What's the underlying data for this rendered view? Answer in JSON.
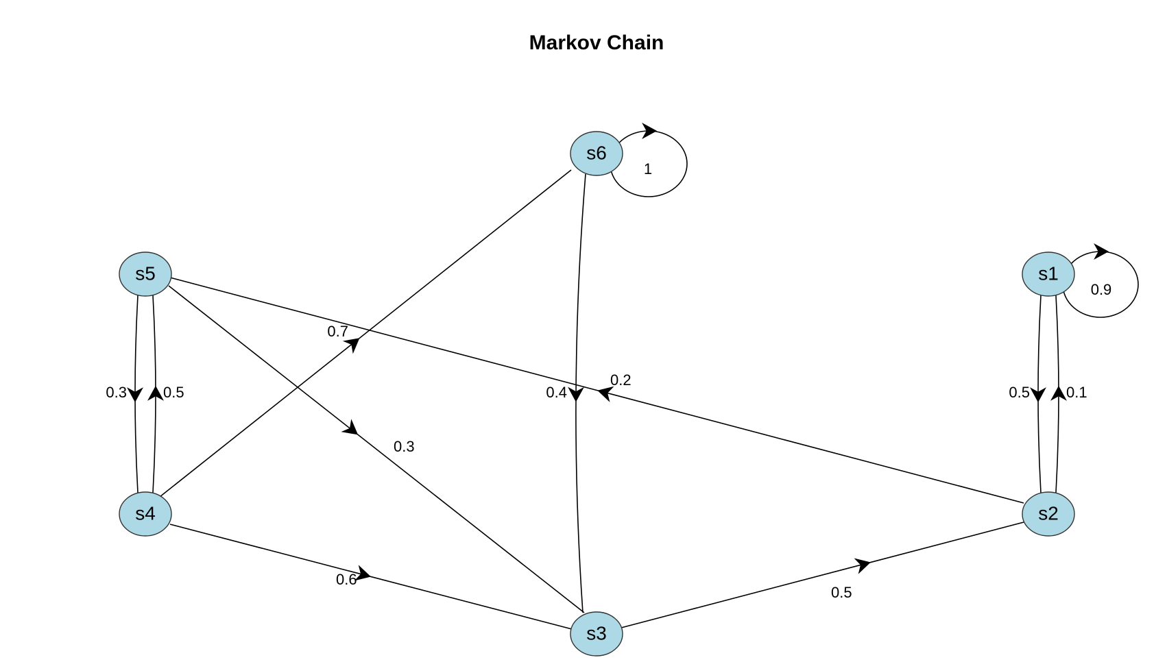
{
  "title": "Markov Chain",
  "colors": {
    "node_fill": "#add8e6",
    "edge": "#000000",
    "background": "#ffffff"
  },
  "nodes": [
    {
      "id": "s1",
      "label": "s1"
    },
    {
      "id": "s2",
      "label": "s2"
    },
    {
      "id": "s3",
      "label": "s3"
    },
    {
      "id": "s4",
      "label": "s4"
    },
    {
      "id": "s5",
      "label": "s5"
    },
    {
      "id": "s6",
      "label": "s6"
    }
  ],
  "edges": [
    {
      "from": "s1",
      "to": "s1",
      "label": "0.9"
    },
    {
      "from": "s1",
      "to": "s2",
      "label": "0.5"
    },
    {
      "from": "s2",
      "to": "s1",
      "label": "0.1"
    },
    {
      "from": "s2",
      "to": "s5",
      "label": "0.2"
    },
    {
      "from": "s3",
      "to": "s2",
      "label": "0.5"
    },
    {
      "from": "s4",
      "to": "s3",
      "label": "0.6"
    },
    {
      "from": "s5",
      "to": "s3",
      "label": "0.3"
    },
    {
      "from": "s6",
      "to": "s3",
      "label": "0.4"
    },
    {
      "from": "s4",
      "to": "s6",
      "label": "0.7"
    },
    {
      "from": "s5",
      "to": "s4",
      "label": "0.3"
    },
    {
      "from": "s4",
      "to": "s5",
      "label": "0.5"
    },
    {
      "from": "s6",
      "to": "s6",
      "label": "1"
    }
  ]
}
